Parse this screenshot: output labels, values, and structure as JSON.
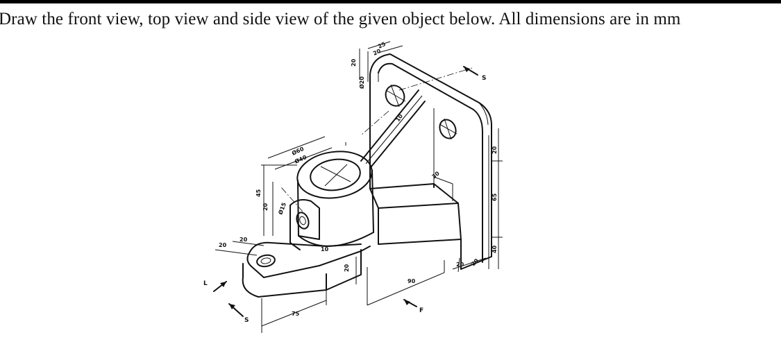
{
  "question": "Draw the front view, top view and side view of the given object below. All dimensions are in mm",
  "view_labels": {
    "left": "L",
    "side": "S",
    "side_top": "S",
    "front": "F"
  },
  "dims": {
    "d1": "20",
    "d2": "20",
    "d3": "75",
    "d4": "20",
    "d5": "90",
    "d6": "20",
    "d7": "20",
    "d8": "40",
    "d9": "65",
    "d10": "20",
    "d11": "30",
    "d12": "10",
    "d13": "45",
    "d14": "20",
    "d15": "Ø15",
    "d16": "Ø60",
    "d17": "Ø40",
    "d18": "20",
    "d19": "Ø20",
    "d20": "20",
    "d21": "25",
    "d22": "10"
  }
}
